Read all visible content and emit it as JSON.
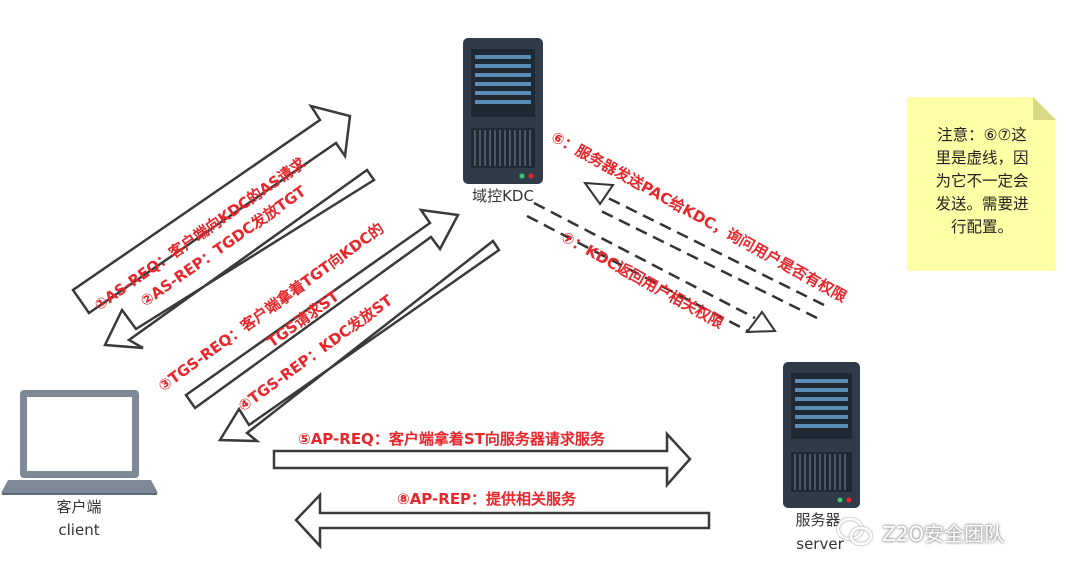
{
  "nodes": {
    "kdc": {
      "label": "域控KDC"
    },
    "client": {
      "label_cn": "客户端",
      "label_en": "client"
    },
    "server": {
      "label_cn": "服务器",
      "label_en": "server"
    }
  },
  "steps": {
    "s1": "①AS-REQ：客户端向KDC的AS请求",
    "s2": "②AS-REP：TGDC发放TGT",
    "s3a": "③TGS-REQ：客户端拿着TGT向KDC的",
    "s3b": "TGS请求ST",
    "s4": "④TGS-REP：KDC发放ST",
    "s5": "⑤AP-REQ：客户端拿着ST向服务器请求服务",
    "s6": "⑥：服务器发送PAC给KDC，询问用户是否有权限",
    "s7": "⑦：KDC返回用户相关权限",
    "s8": "⑧AP-REP：提供相关服务"
  },
  "note": {
    "text": "注意：⑥⑦这\n里是虚线，因\n为它不一定会\n发送。需要进\n行配置。"
  },
  "watermark": {
    "text": "Z2O安全团队",
    "icon": "wechat-icon"
  },
  "colors": {
    "label_red": "#e8262b",
    "server_body": "#2f3b48",
    "server_panel": "#5a8db5",
    "note_bg": "#ffffa5"
  }
}
